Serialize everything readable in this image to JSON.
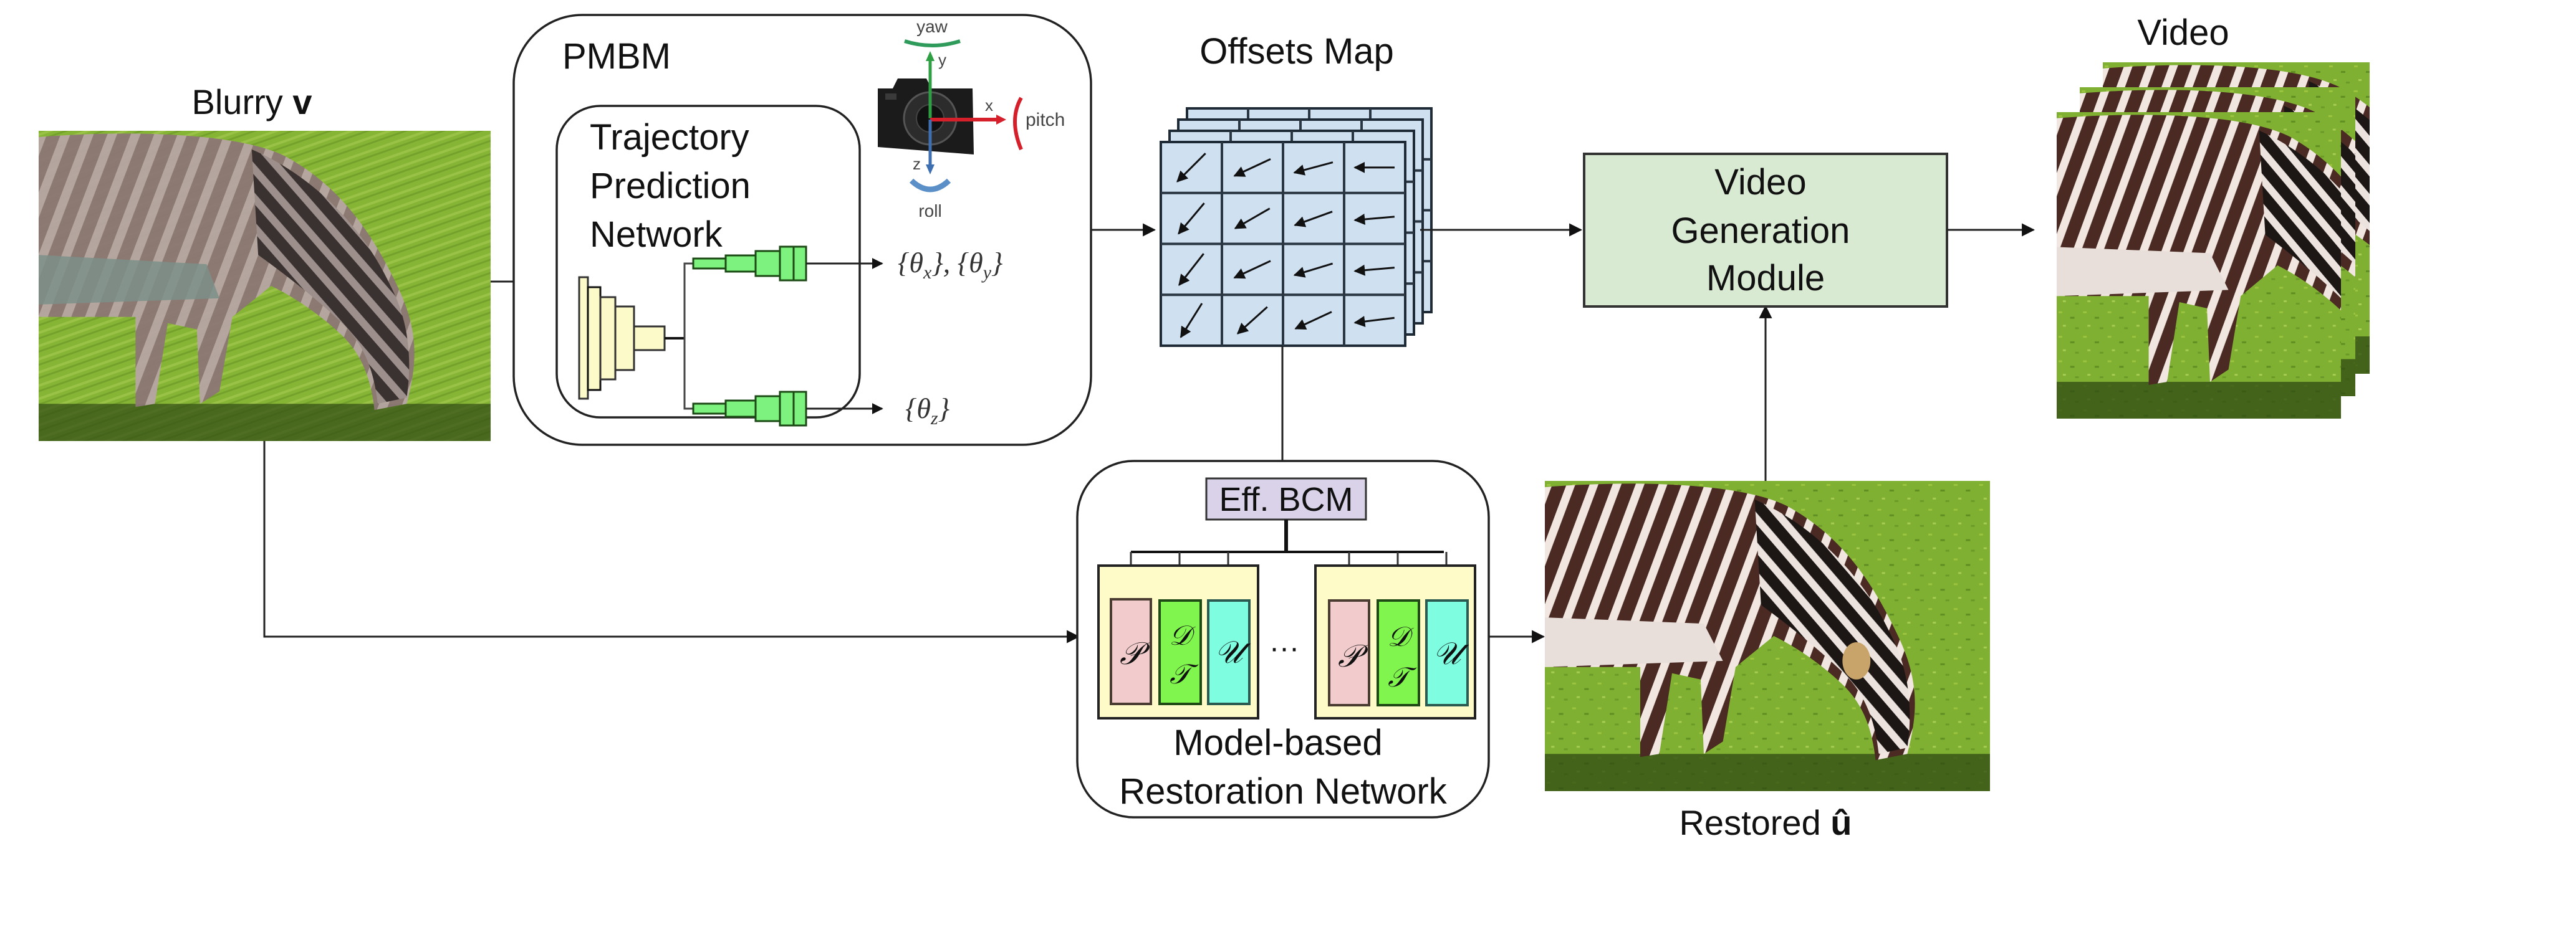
{
  "title": "Blur-to-video pipeline overview",
  "colors": {
    "offsets_cell": "#cfe0f1",
    "bcm_fill": "#d9d2e9",
    "vgm_fill": "#d9ead3",
    "encoder_fill": "#fdfac9",
    "head_fill": "#7ef27e",
    "block_bg": "#fffbc8",
    "p_fill": "#f2cccc",
    "dt_fill": "#7ff54d",
    "u_fill": "#7ffde0",
    "yaw": "#2e9b5a",
    "pitch": "#d51f2a",
    "roll": "#5b8fc8",
    "axis_x": "#d51f2a",
    "axis_y": "#2ea043",
    "axis_z": "#3e6fb0"
  },
  "inputs": {
    "blurry": {
      "label": "Blurry ",
      "symbol": "v"
    }
  },
  "pmbm": {
    "title": "PMBM",
    "tpn": {
      "lines": [
        "Trajectory",
        "Prediction",
        "Network"
      ]
    },
    "outputs": {
      "xy": "{θx}, {θy}",
      "xy_parts": [
        "{θ",
        "x",
        "}, {θ",
        "y",
        "}"
      ],
      "z_parts": [
        "{θ",
        "z",
        "}"
      ]
    },
    "camera": {
      "yaw": "yaw",
      "pitch": "pitch",
      "roll": "roll",
      "x": "x",
      "y": "y",
      "z": "z"
    }
  },
  "offsets_map": {
    "title": "Offsets Map",
    "grid_rows": 4,
    "grid_cols": 4,
    "stack_layers": 4,
    "arrow_angles_deg": [
      [
        225,
        205,
        195,
        180
      ],
      [
        230,
        210,
        200,
        185
      ],
      [
        232,
        205,
        197,
        185
      ],
      [
        238,
        222,
        205,
        187
      ]
    ]
  },
  "restoration": {
    "bcm_label": "Eff. BCM",
    "lines": [
      "Model-based",
      "Restoration Network"
    ],
    "ellipsis": "···",
    "blocks": [
      {
        "p": "𝒫",
        "d": "𝒟",
        "t": "𝒯",
        "u": "𝒰"
      },
      {
        "p": "𝒫",
        "d": "𝒟",
        "t": "𝒯",
        "u": "𝒰"
      }
    ]
  },
  "vgm": {
    "lines": [
      "Video",
      "Generation",
      "Module"
    ]
  },
  "restored": {
    "label": "Restored ",
    "symbol": "û"
  },
  "video": {
    "label": "Video",
    "frames": 3
  }
}
